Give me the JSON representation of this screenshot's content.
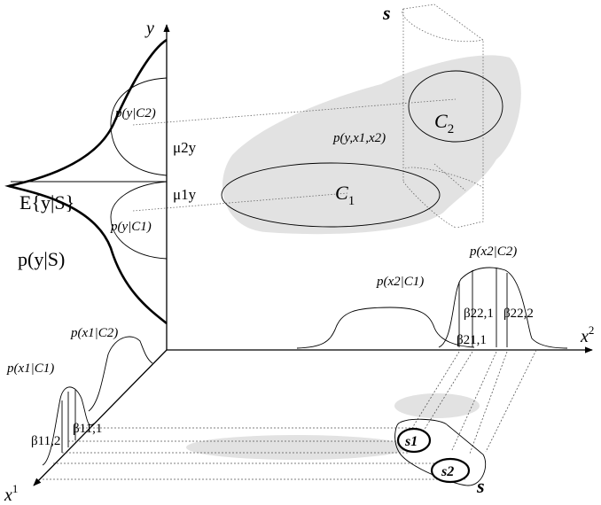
{
  "labels": {
    "y_axis": "y",
    "x1_axis_base": "x",
    "x1_axis_sup": "1",
    "x2_axis_base": "x",
    "x2_axis_sup": "2",
    "s_top": "s",
    "s_bottom": "s",
    "c1": "C",
    "c1_sub": "1",
    "c2": "C",
    "c2_sub": "2",
    "joint": "p(y,x1,x2)",
    "p_y_c2": "p(y|C2)",
    "p_y_c1": "p(y|C1)",
    "mu2": "μ2y",
    "mu1": "μ1y",
    "expect": "E{y|S}",
    "p_y_s": "p(y|S)",
    "p_x2_c1": "p(x2|C1)",
    "p_x2_c2": "p(x2|C2)",
    "beta2_21": "β22,1",
    "beta2_22": "β22,2",
    "beta2_11": "β21,1",
    "p_x1_c2": "p(x1|C2)",
    "p_x1_c1": "p(x1|C1)",
    "beta1_12": "β11,2",
    "beta1_11": "β11,1",
    "s1": "s1",
    "s2": "s2"
  }
}
